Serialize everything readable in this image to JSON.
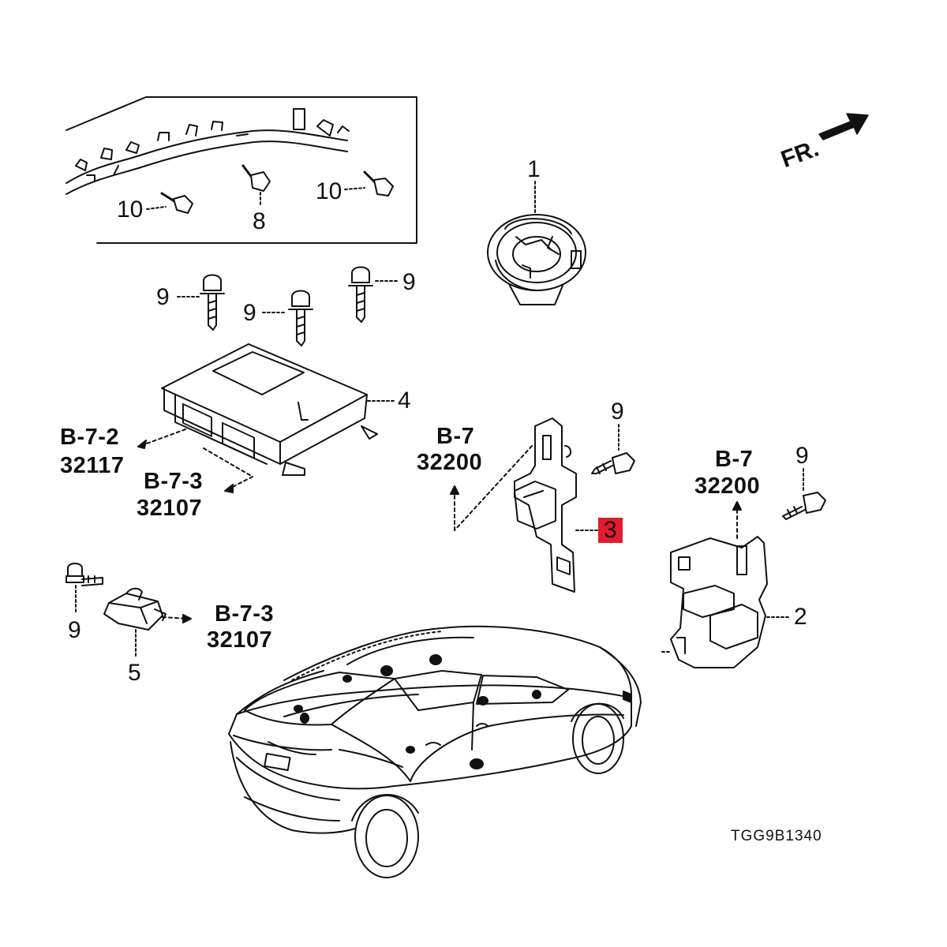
{
  "diagram": {
    "front_indicator": "FR.",
    "diagram_code": "TGG9B1340",
    "callouts": {
      "p1": "1",
      "p2": "2",
      "p3": "3",
      "p4": "4",
      "p5": "5",
      "p8": "8",
      "p9a": "9",
      "p9b": "9",
      "p9c": "9",
      "p9d": "9",
      "p9e": "9",
      "p9f": "9",
      "p10a": "10",
      "p10b": "10"
    },
    "references": {
      "ref1_sec": "B-7-2",
      "ref1_num": "32117",
      "ref2_sec": "B-7-3",
      "ref2_num": "32107",
      "ref3_sec": "B-7",
      "ref3_num": "32200",
      "ref4_sec": "B-7",
      "ref4_num": "32200",
      "ref5_sec": "B-7-3",
      "ref5_num": "32107"
    },
    "highlight_color": "#e21b2e",
    "line_color": "#111111"
  }
}
